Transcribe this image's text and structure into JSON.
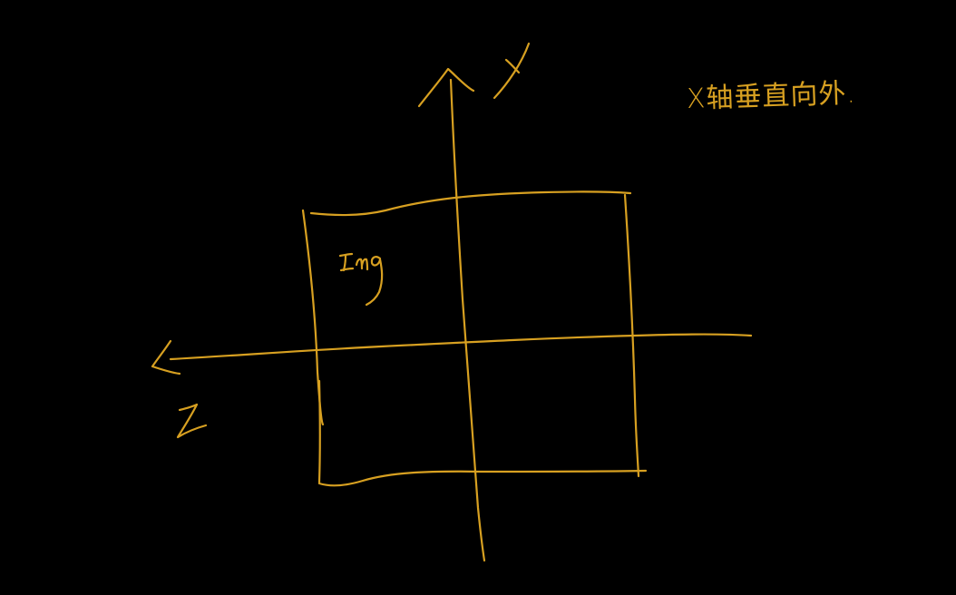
{
  "annotation": {
    "text": "X轴垂直向外."
  },
  "labels": {
    "y_axis": "Y",
    "z_axis": "Z",
    "image_plane": "Img"
  },
  "colors": {
    "background": "#000000",
    "ink": "#d7a021"
  }
}
